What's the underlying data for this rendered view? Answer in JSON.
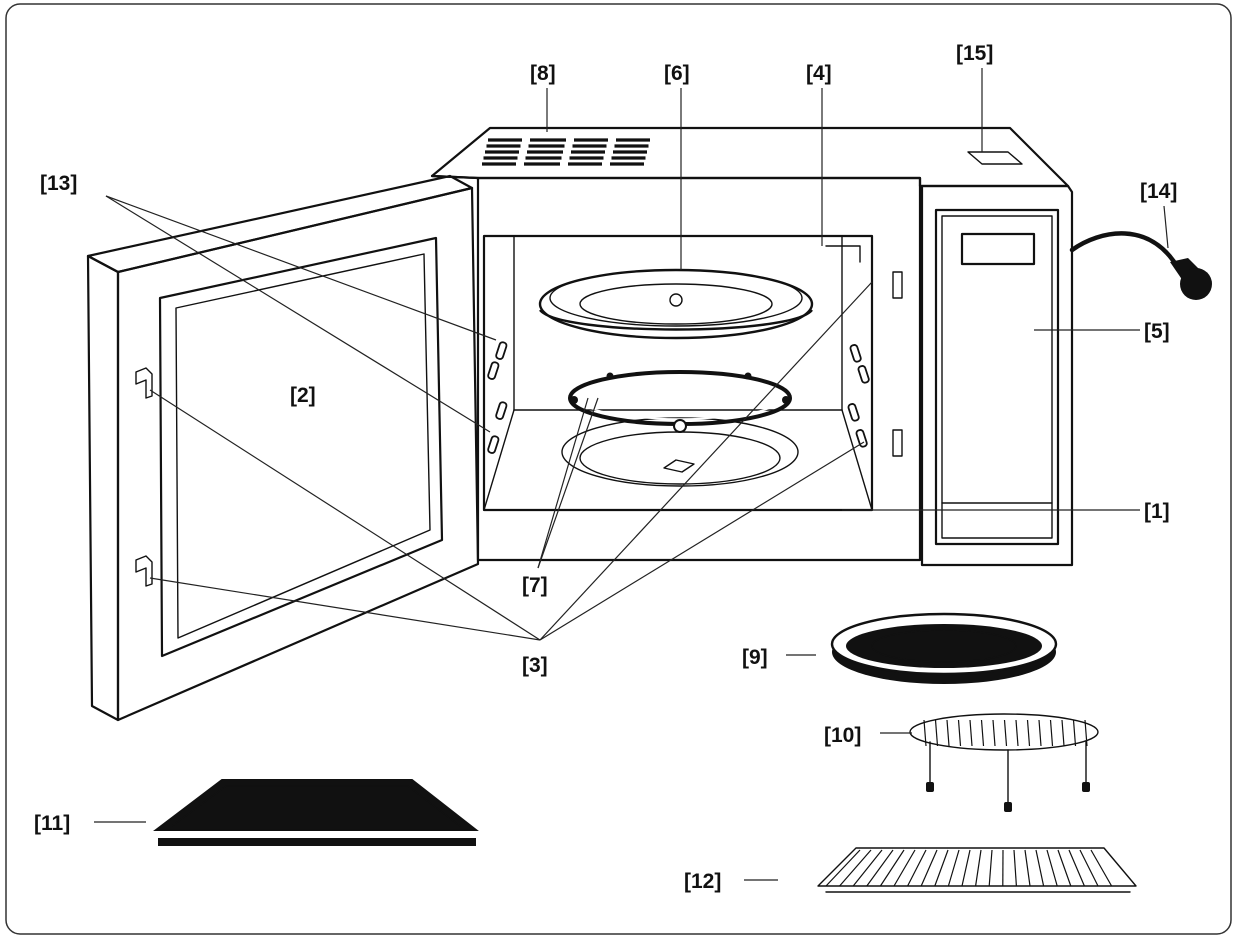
{
  "labels": {
    "l1": "[1]",
    "l2": "[2]",
    "l3": "[3]",
    "l4": "[4]",
    "l5": "[5]",
    "l6": "[6]",
    "l7": "[7]",
    "l8": "[8]",
    "l9": "[9]",
    "l10": "[10]",
    "l11": "[11]",
    "l12": "[12]",
    "l13": "[13]",
    "l14": "[14]",
    "l15": "[15]"
  }
}
